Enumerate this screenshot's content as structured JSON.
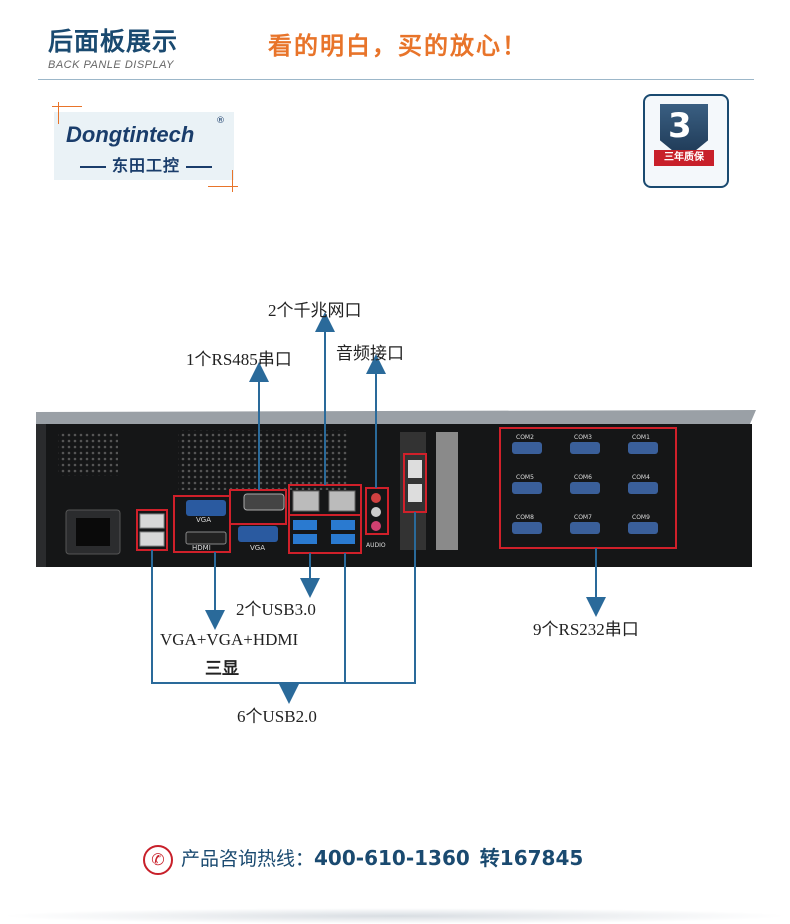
{
  "header": {
    "title": "后面板展示",
    "subtitle": "BACK PANLE DISPLAY",
    "slogan": "看的明白，买的放心！"
  },
  "logo": {
    "brand": "Dongtintech",
    "registered": "®",
    "chinese": "东田工控"
  },
  "warranty_badge": {
    "number": "3",
    "ribbon": "三年质保"
  },
  "panel_labels": {
    "vga_1": "VGA",
    "vga_2": "VGA",
    "hdmi": "HDMI",
    "audio": "AUDIO",
    "com_ports": [
      "COM2",
      "COM3",
      "COM1",
      "COM5",
      "COM6",
      "COM4",
      "COM8",
      "COM7",
      "COM9"
    ]
  },
  "annotations": {
    "lan": "2个千兆网口",
    "rs485": "1个RS485串口",
    "audio": "音频接口",
    "usb3": "2个USB3.0",
    "display_line1": "VGA+VGA+HDMI",
    "display_line2": "三显",
    "usb2": "6个USB2.0",
    "rs232": "9个RS232串口"
  },
  "footer": {
    "label": "产品咨询热线：",
    "phone": "400-610-1360",
    "ext": "转167845"
  },
  "colors": {
    "accent_orange": "#e8742a",
    "brand_blue": "#1a4a70",
    "annotation_red": "#d0202a",
    "annotation_blue": "#2a6a9a"
  }
}
